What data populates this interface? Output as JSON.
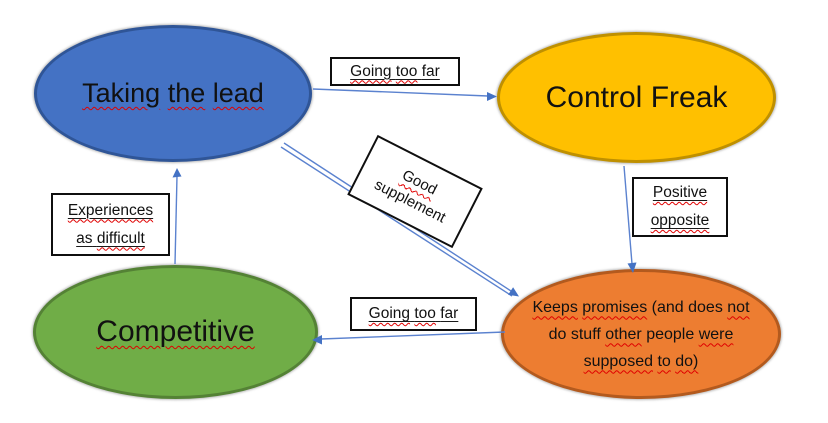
{
  "diagram": {
    "colors": {
      "arrow_line": "#5b82cf",
      "arrow_head": "#4472C4",
      "spellcheck": "#e00000",
      "label_border": "#0f0f0f",
      "label_fill": "#ffffff",
      "background": "#ffffff"
    },
    "nodes": {
      "taking": {
        "fill": "#4472C4",
        "border": "#2F5597",
        "text": {
          "lines": [
            [
              {
                "t": "Taking",
                "w": true
              },
              {
                "t": "the",
                "w": true
              },
              {
                "t": "lead",
                "w": true
              }
            ]
          ]
        }
      },
      "control": {
        "fill": "#FFC000",
        "border": "#BF9000",
        "text": {
          "lines": [
            [
              {
                "t": "Control"
              },
              {
                "t": "Freak"
              }
            ]
          ]
        }
      },
      "competitive": {
        "fill": "#70AD47",
        "border": "#548235",
        "text": {
          "lines": [
            [
              {
                "t": "Competitive",
                "w": true
              }
            ]
          ]
        }
      },
      "keeps": {
        "fill": "#ED7D31",
        "border": "#B35A1E",
        "text": {
          "lines": [
            [
              {
                "t": "Keeps",
                "w": true
              },
              {
                "t": "promises",
                "w": true
              },
              {
                "t": "(and"
              },
              {
                "t": "does"
              },
              {
                "t": "not",
                "w": true
              }
            ],
            [
              {
                "t": "do"
              },
              {
                "t": "stuff"
              },
              {
                "t": "other",
                "w": true
              },
              {
                "t": "people"
              },
              {
                "t": "were",
                "w": true
              }
            ],
            [
              {
                "t": "supposed",
                "w": true
              },
              {
                "t": "to",
                "w": true
              },
              {
                "t": "do)",
                "w": true
              }
            ]
          ]
        }
      }
    },
    "edge_labels": {
      "going_top": {
        "text": {
          "lines": [
            [
              {
                "t": "Going",
                "w": true
              },
              {
                "t": "too",
                "w": true
              },
              {
                "t": "far"
              }
            ]
          ]
        }
      },
      "good_supplement": {
        "text": {
          "lines": [
            [
              {
                "t": "Good",
                "w": true
              }
            ],
            [
              {
                "t": "supplement"
              }
            ]
          ]
        }
      },
      "experiences": {
        "text": {
          "lines": [
            [
              {
                "t": "Experiences",
                "w": true
              }
            ],
            [
              {
                "t": "as"
              },
              {
                "t": "difficult",
                "w": true
              }
            ]
          ]
        }
      },
      "positive_opposite": {
        "text": {
          "lines": [
            [
              {
                "t": "Positive",
                "w": true
              }
            ],
            [
              {
                "t": "opposite",
                "w": true
              }
            ]
          ]
        }
      },
      "going_bottom": {
        "text": {
          "lines": [
            [
              {
                "t": "Going",
                "w": true
              },
              {
                "t": "too",
                "w": true
              },
              {
                "t": "far"
              }
            ]
          ]
        }
      }
    }
  }
}
